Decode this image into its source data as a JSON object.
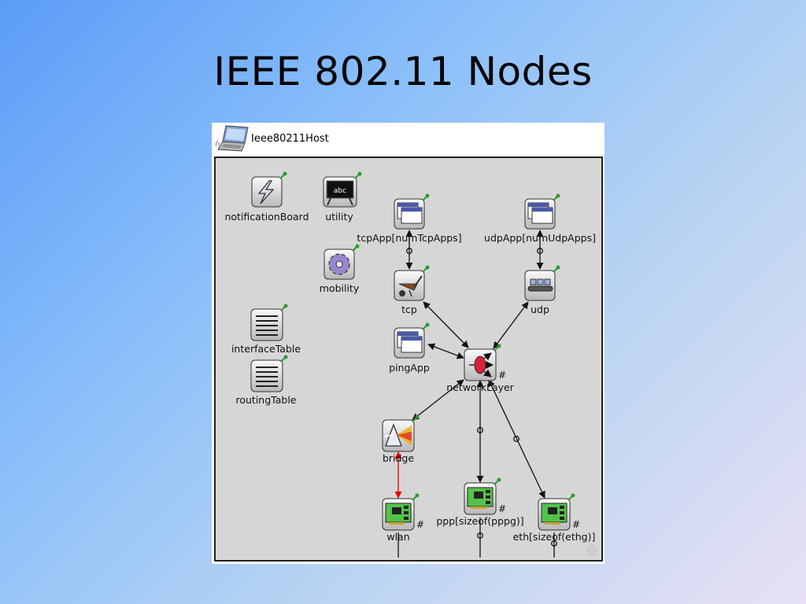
{
  "slide": {
    "title": "IEEE 802.11 Nodes"
  },
  "module": {
    "name": "Ieee80211Host",
    "icon": "laptop-icon"
  },
  "submodules": {
    "notificationBoard": {
      "label": "notificationBoard",
      "icon": "lightning-icon"
    },
    "utility": {
      "label": "utility",
      "icon": "blackboard-icon",
      "board_text": "abc"
    },
    "mobility": {
      "label": "mobility",
      "icon": "gear-icon"
    },
    "interfaceTable": {
      "label": "interfaceTable",
      "icon": "table-icon"
    },
    "routingTable": {
      "label": "routingTable",
      "icon": "table-icon"
    },
    "tcpApp": {
      "label": "tcpApp[numTcpApps]",
      "icon": "window-icon"
    },
    "udpApp": {
      "label": "udpApp[numUdpApps]",
      "icon": "window-icon"
    },
    "tcp": {
      "label": "tcp",
      "icon": "wheelbarrow-icon"
    },
    "udp": {
      "label": "udp",
      "icon": "conveyor-icon"
    },
    "pingApp": {
      "label": "pingApp",
      "icon": "window-icon"
    },
    "networkLayer": {
      "label": "networkLayer",
      "icon": "router-icon",
      "marker": "#"
    },
    "bridge": {
      "label": "bridge",
      "icon": "prism-icon"
    },
    "wlan": {
      "label": "wlan",
      "icon": "network-card-icon",
      "marker": "#"
    },
    "ppp": {
      "label": "ppp[sizeof(pppg)]",
      "icon": "network-card-icon",
      "marker": "#"
    },
    "eth": {
      "label": "eth[sizeof(ethg)]",
      "icon": "network-card-icon",
      "marker": "#"
    }
  },
  "colors": {
    "canvas": "#d6d6d6",
    "connection": "#111111",
    "highlight_connection": "#e00000",
    "pin": "#2e9a2e"
  }
}
